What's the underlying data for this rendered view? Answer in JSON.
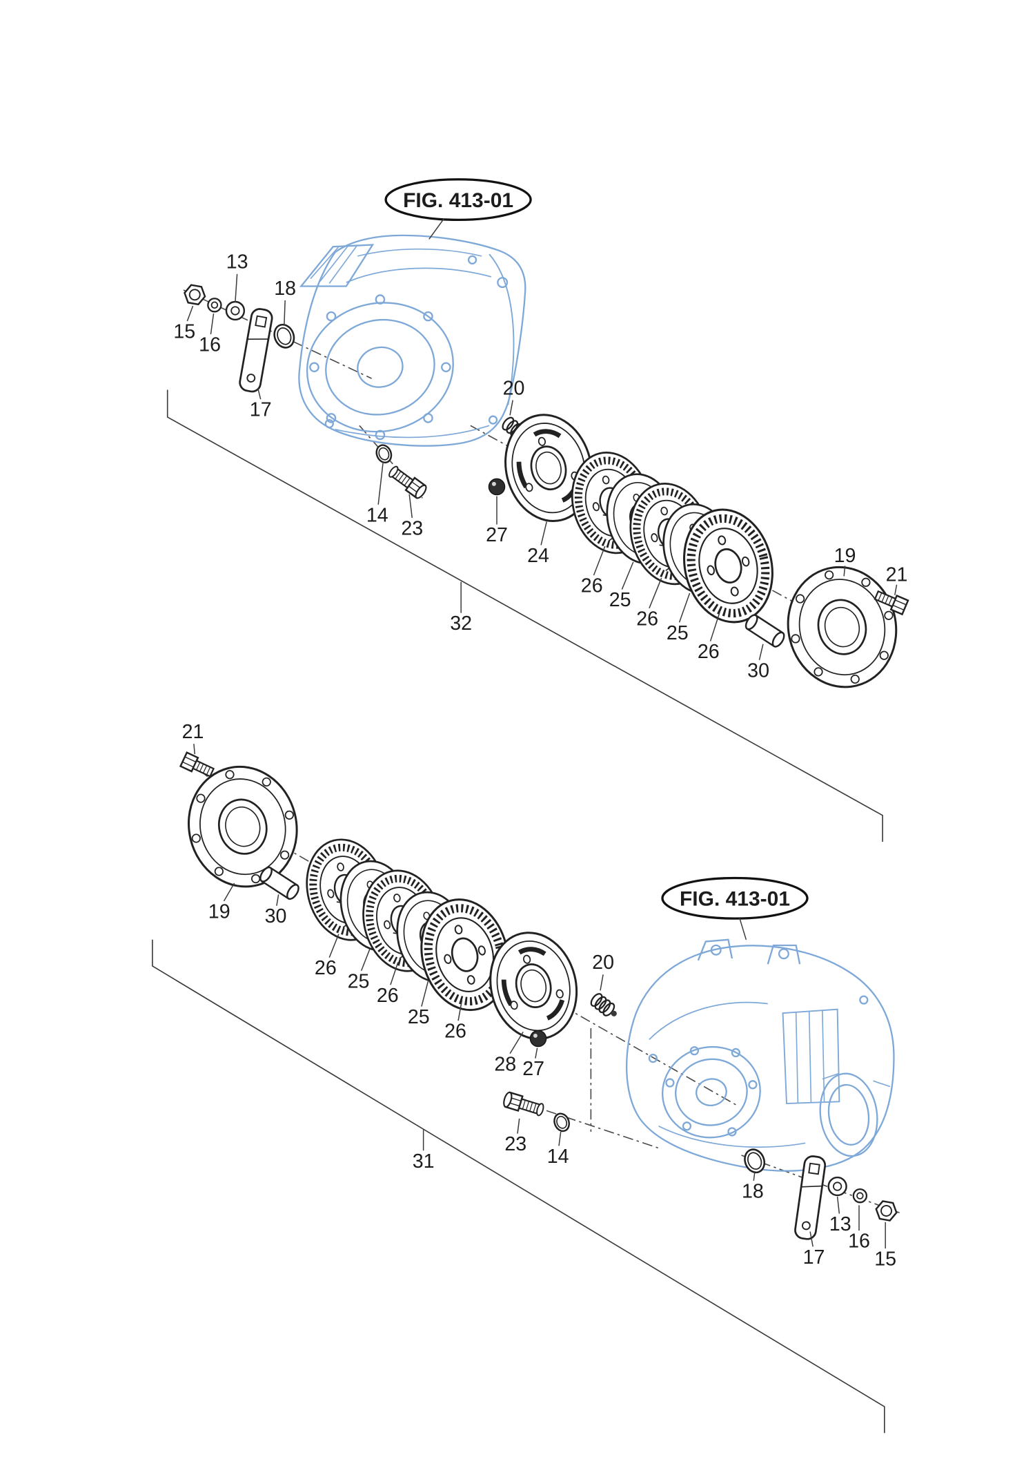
{
  "figure": {
    "top_label": "FIG. 413-01",
    "bottom_label": "FIG. 413-01"
  },
  "colors": {
    "housing_line": "#7da8d8",
    "ink": "#1c1c1c"
  },
  "callouts": {
    "top": [
      "13",
      "18",
      "15",
      "16",
      "17",
      "20",
      "14",
      "23",
      "27",
      "24",
      "26",
      "25",
      "26",
      "25",
      "26",
      "19",
      "21",
      "30",
      "32"
    ],
    "bottom": [
      "21",
      "19",
      "30",
      "26",
      "25",
      "26",
      "25",
      "26",
      "28",
      "27",
      "20",
      "23",
      "14",
      "18",
      "13",
      "16",
      "15",
      "17",
      "31"
    ]
  }
}
